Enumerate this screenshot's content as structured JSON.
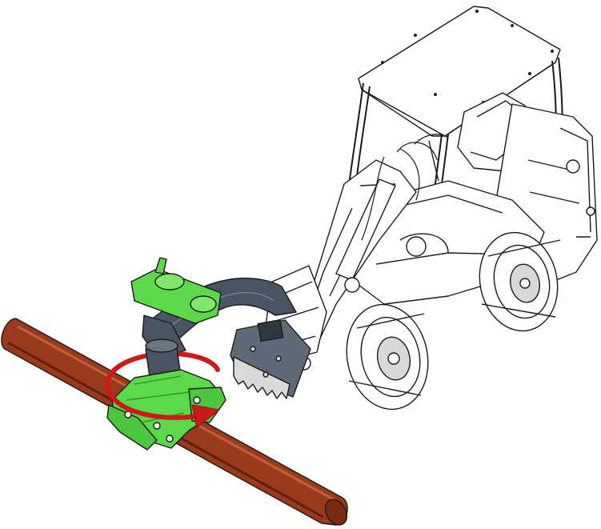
{
  "colors": {
    "background": "#ffffff",
    "outline": "#1a1a1a",
    "log": "#9a3a1c",
    "log_dark": "#5e200d",
    "log_highlight": "#c2603a",
    "grapple": "#5bd94a",
    "grapple_dark": "#2f8a22",
    "boom": "#4a5563",
    "boom_dark": "#2e3640",
    "rotation_arrow": "#cc1a1a",
    "tire": "#ffffff",
    "hub": "#d8d8d8"
  },
  "icons": {
    "loader": "compact-wheel-loader",
    "attachment": "log-grapple-with-rotator",
    "rotation": "rotation-arrow",
    "log": "timber-log"
  }
}
